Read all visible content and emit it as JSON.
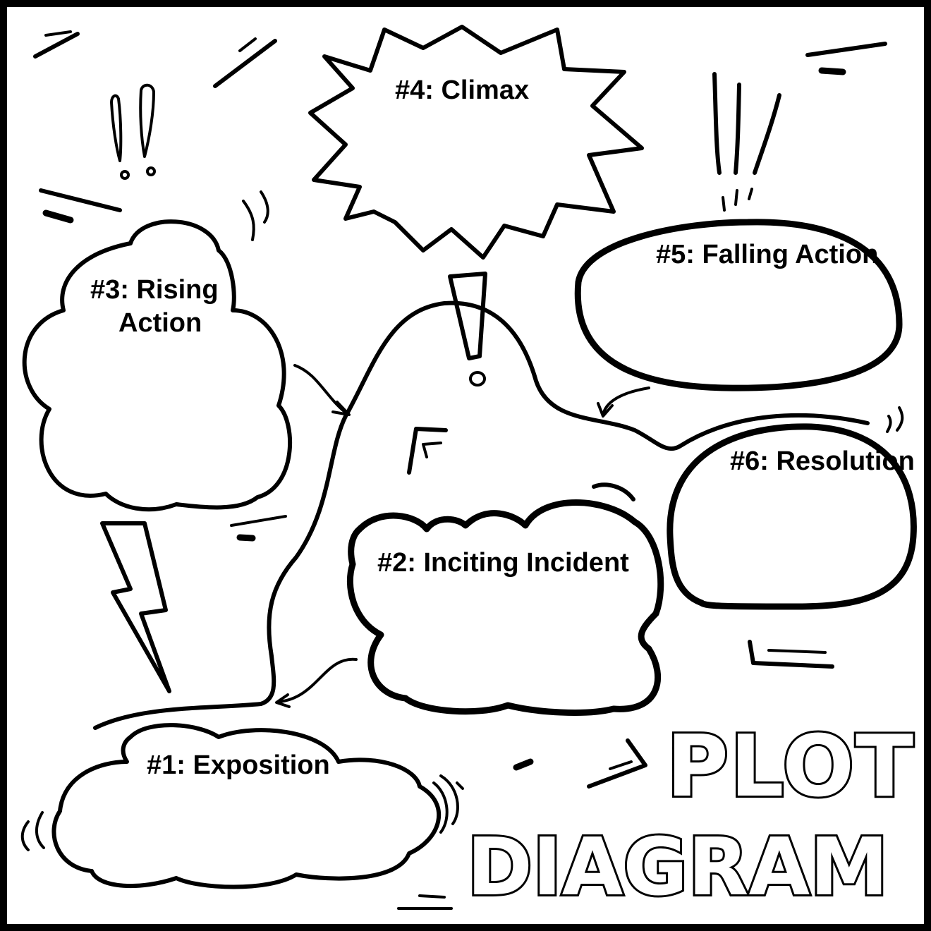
{
  "title": {
    "line1": "PLOT",
    "line2": "DIAGRAM"
  },
  "stages": {
    "exposition": "#1: Exposition",
    "inciting_incident": "#2: Inciting Incident",
    "rising_action_line1": "#3: Rising",
    "rising_action_line2": "Action",
    "climax": "#4: Climax",
    "falling_action": "#5: Falling Action",
    "resolution": "#6: Resolution"
  },
  "colors": {
    "ink": "#000000",
    "paper": "#ffffff"
  }
}
